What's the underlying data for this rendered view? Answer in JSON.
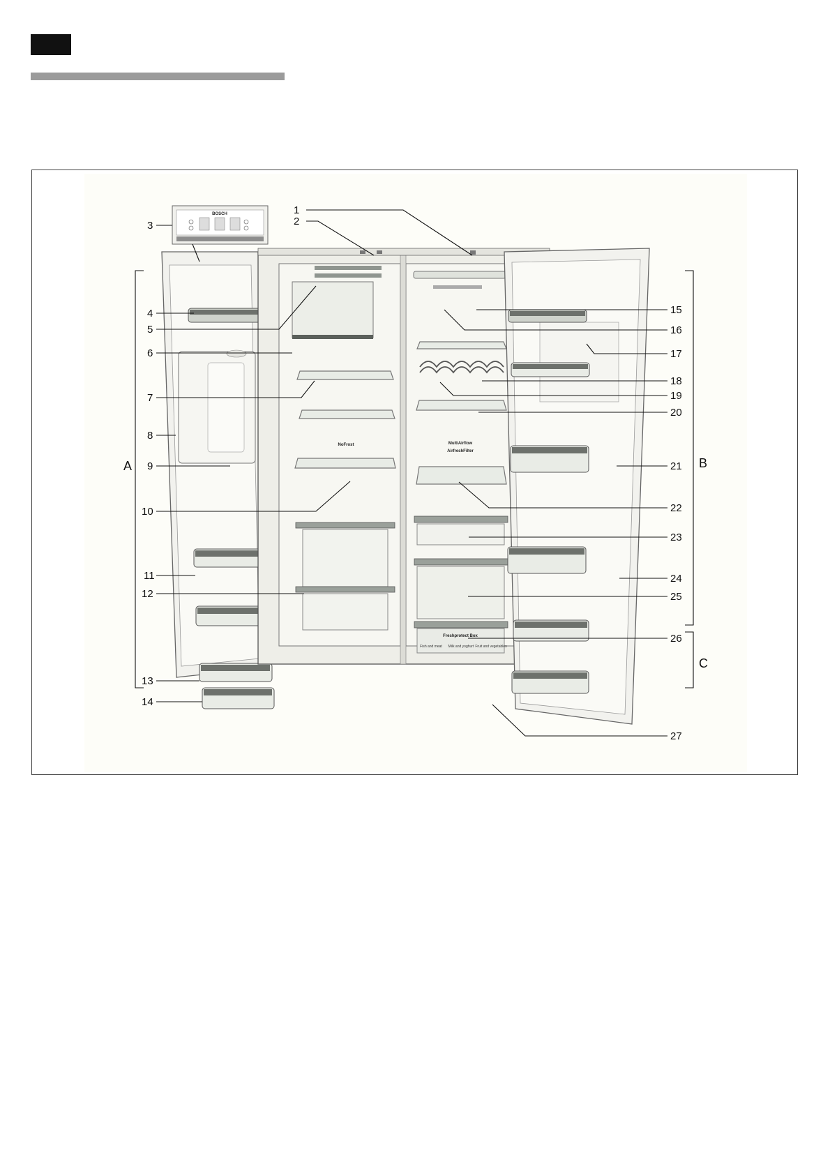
{
  "diagram": {
    "callouts": [
      "1",
      "2",
      "3",
      "4",
      "5",
      "6",
      "7",
      "8",
      "9",
      "10",
      "11",
      "12",
      "13",
      "14",
      "15",
      "16",
      "17",
      "18",
      "19",
      "20",
      "21",
      "22",
      "23",
      "24",
      "25",
      "26",
      "27"
    ],
    "groups": [
      "A",
      "B",
      "C"
    ],
    "product_text": {
      "brand": "BOSCH",
      "freezer_badge": "NoFrost",
      "multiairflow": "MultiAirflow",
      "airfresh": "AirfreshFilter",
      "freshbox_title": "Freshprotect Box",
      "freshbox_labels": [
        "Fish and meat",
        "Milk and yoghurt",
        "Fruit and vegetables"
      ]
    }
  }
}
